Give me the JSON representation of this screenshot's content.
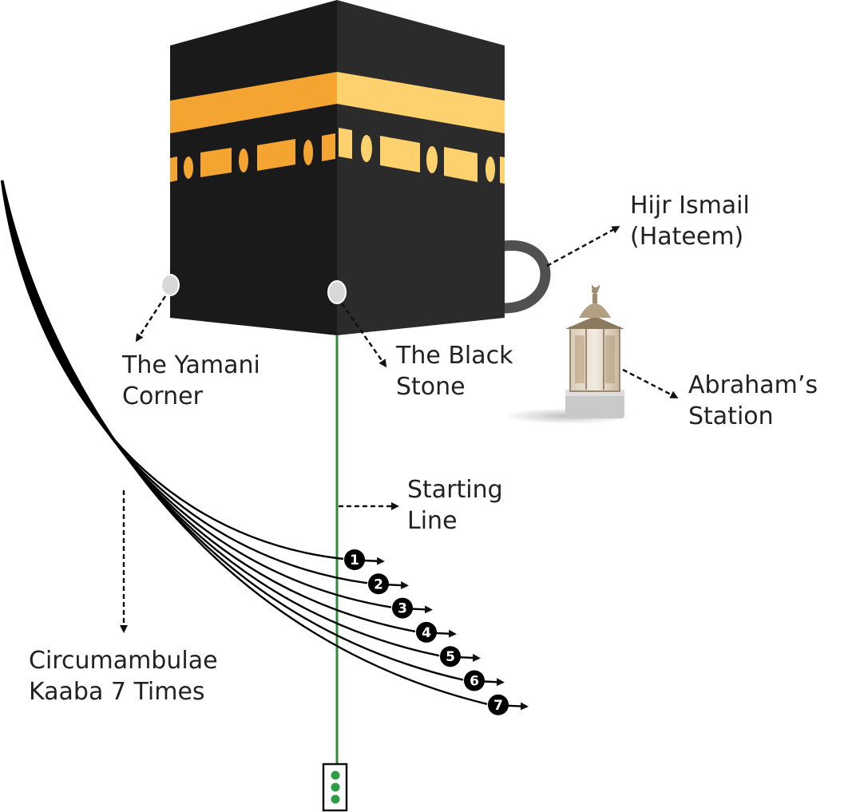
{
  "labels": {
    "yamani_corner": [
      "The Yamani",
      "Corner"
    ],
    "black_stone": [
      "The Black",
      "Stone"
    ],
    "hijr_ismail": [
      "Hijr Ismail",
      "(Hateem)"
    ],
    "abrahams_station": [
      "Abraham’s",
      "Station"
    ],
    "starting_line": [
      "Starting",
      "Line"
    ],
    "circumambulate": [
      "Circumambulae",
      "Kaaba 7 Times"
    ]
  },
  "rounds": [
    "1",
    "2",
    "3",
    "4",
    "5",
    "6",
    "7"
  ],
  "colors": {
    "kaaba_left": "#1a1a1a",
    "kaaba_right": "#2b2b2b",
    "gold_band_left": "#f4a531",
    "gold_band_right": "#fdd26e",
    "starting_line": "#2e8b3e",
    "dot_green": "#2e9e45",
    "hateem": "#505050",
    "corner_stone": "#d8d8d8"
  }
}
